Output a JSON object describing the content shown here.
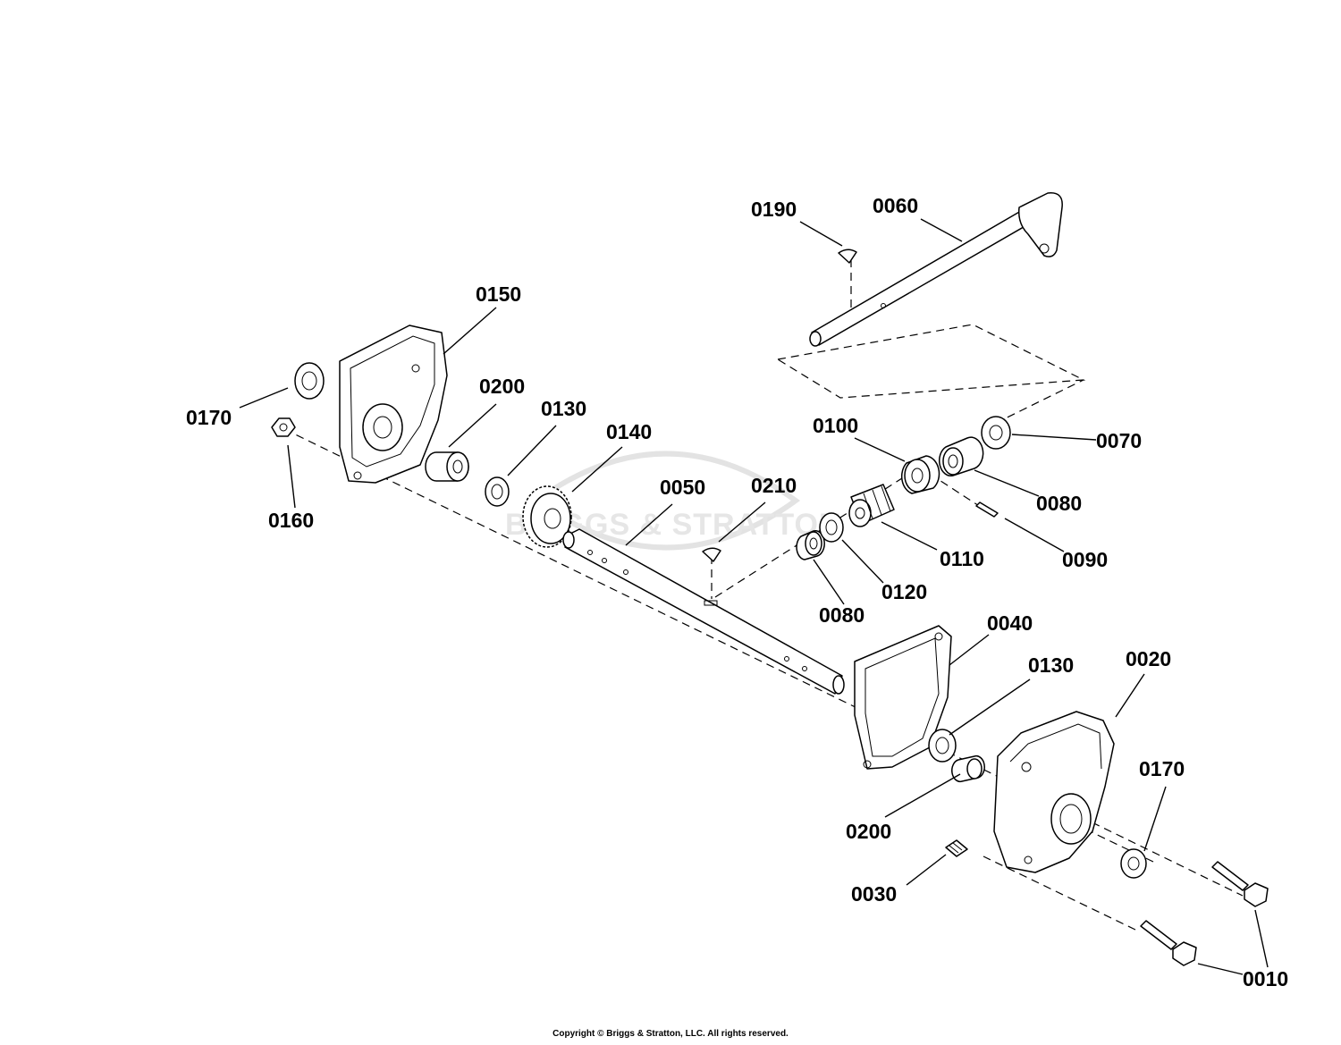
{
  "watermark": {
    "text": "BRIGGS & STRATTON"
  },
  "callouts": {
    "c0190": "0190",
    "c0060": "0060",
    "c0150": "0150",
    "c0200a": "0200",
    "c0130a": "0130",
    "c0140": "0140",
    "c0170a": "0170",
    "c0160": "0160",
    "c0050": "0050",
    "c0210": "0210",
    "c0100": "0100",
    "c0070": "0070",
    "c0080a": "0080",
    "c0110": "0110",
    "c0090": "0090",
    "c0120": "0120",
    "c0080b": "0080",
    "c0040": "0040",
    "c0130b": "0130",
    "c0020": "0020",
    "c0170b": "0170",
    "c0200b": "0200",
    "c0030": "0030",
    "c0010": "0010"
  },
  "footer": {
    "copyright": "Copyright © Briggs & Stratton, LLC. All rights reserved."
  }
}
